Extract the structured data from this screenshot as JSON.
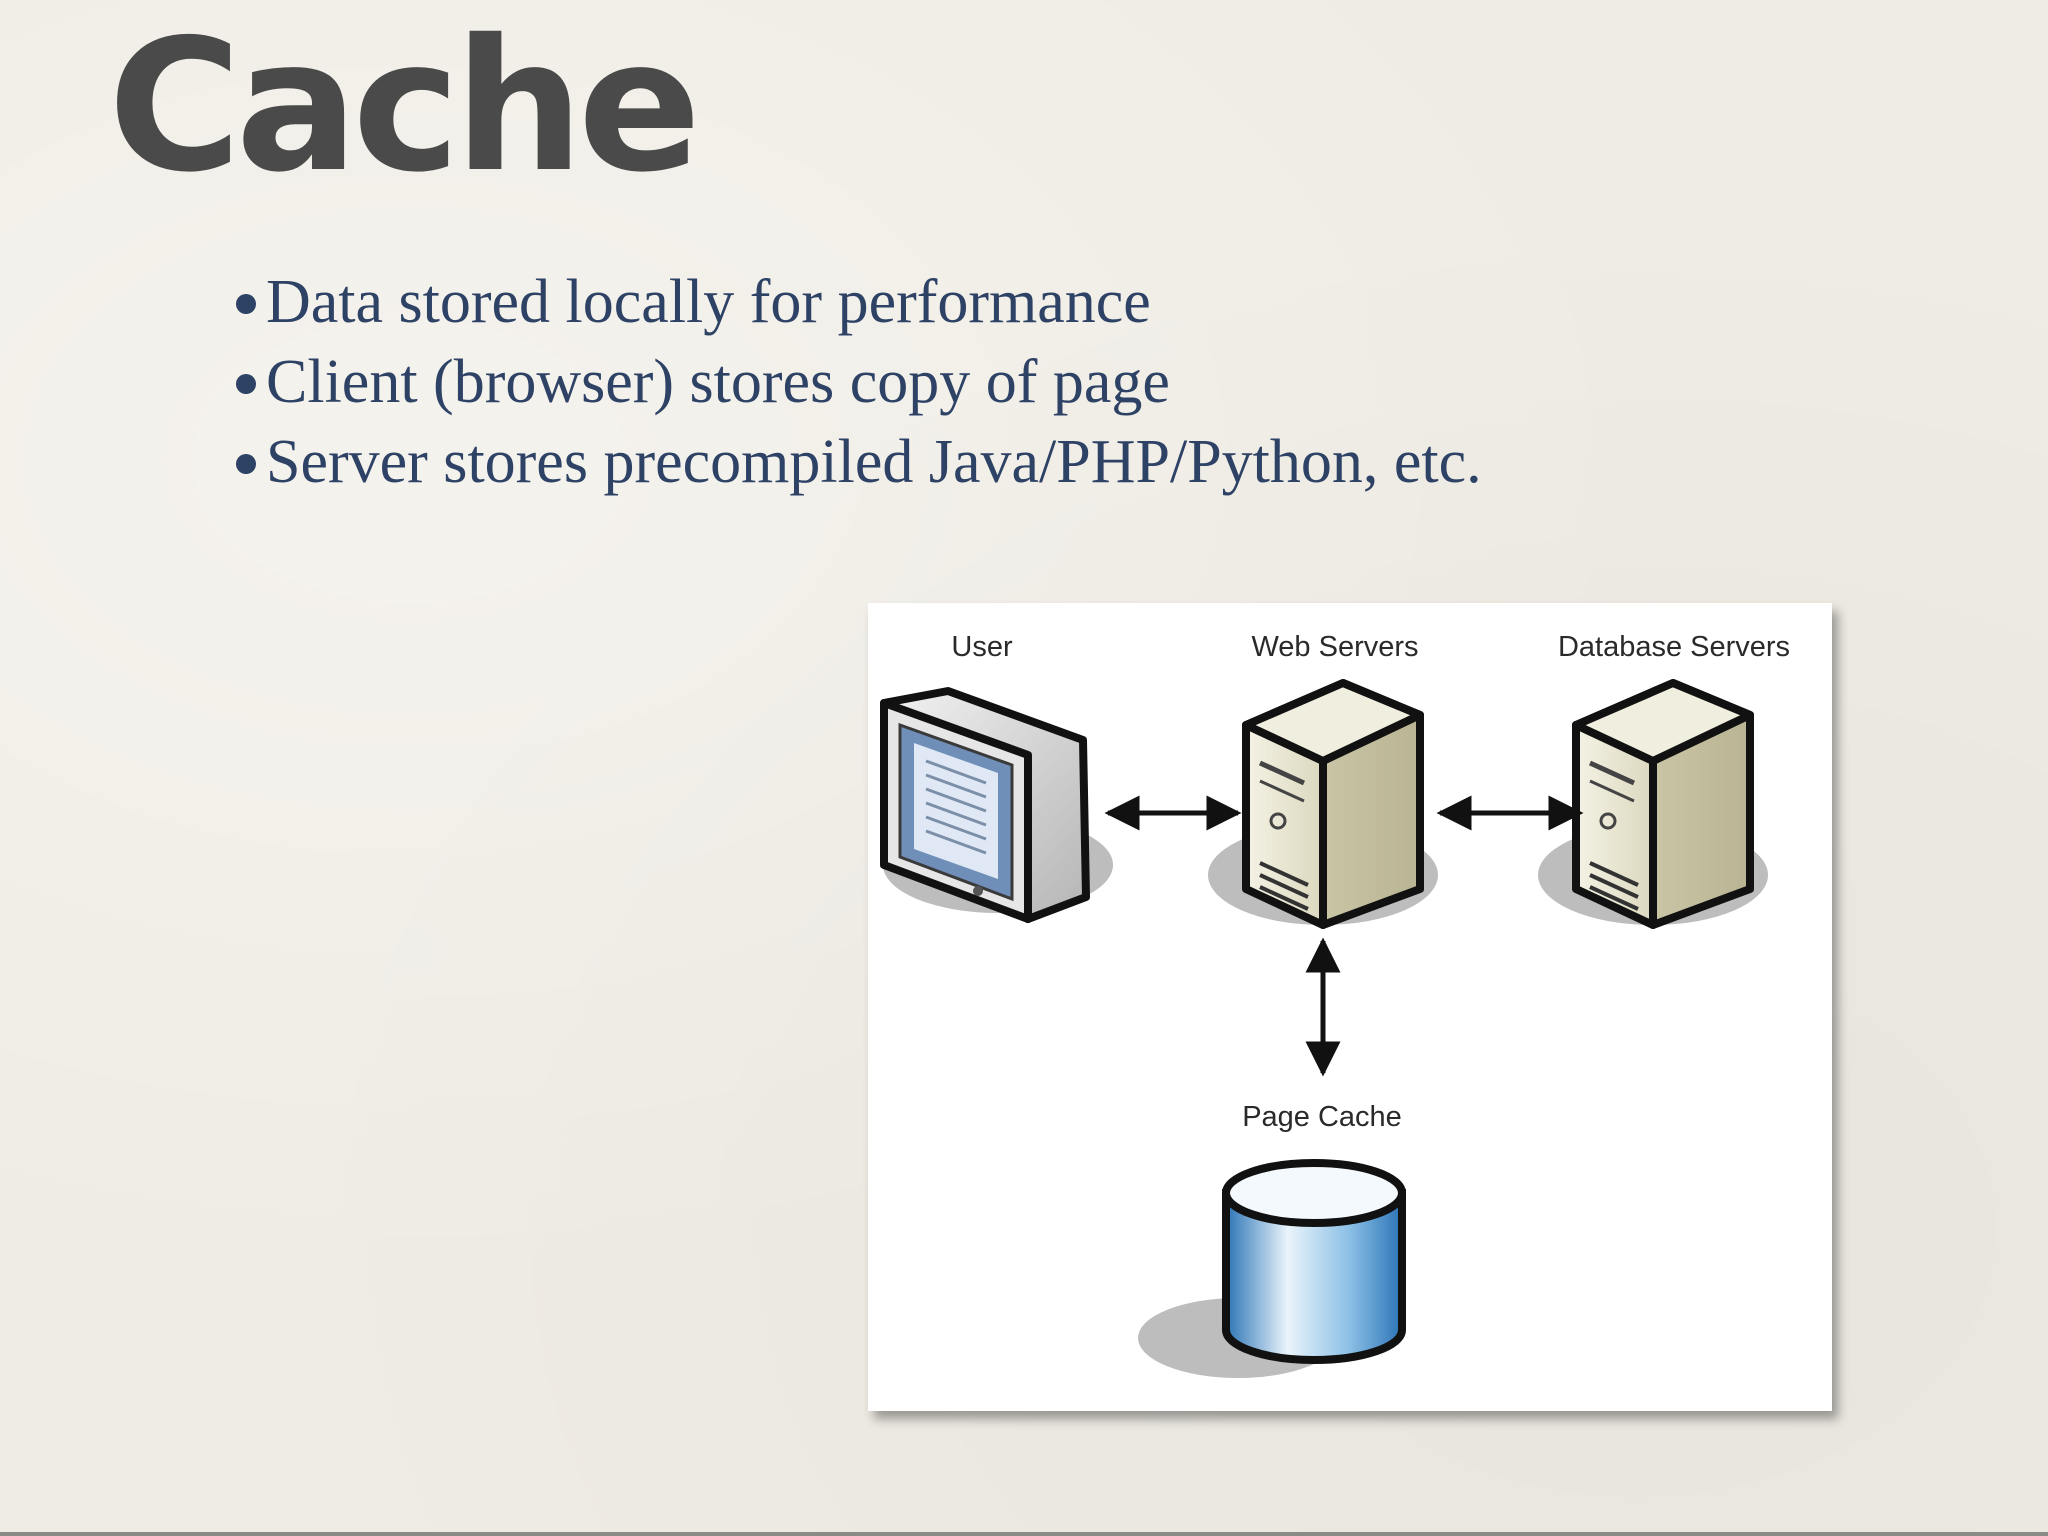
{
  "slide": {
    "title": "Cache",
    "bullets": [
      "Data stored locally for performance",
      "Client (browser) stores copy of page",
      "Server stores precompiled Java/PHP/Python, etc."
    ]
  },
  "diagram": {
    "labels": {
      "user": "User",
      "web_servers": "Web Servers",
      "database_servers": "Database Servers",
      "page_cache": "Page Cache"
    },
    "icons": [
      "computer-monitor-icon",
      "web-server-tower-icon",
      "database-server-tower-icon",
      "page-cache-cylinder-icon"
    ]
  },
  "colors": {
    "title": "#4a4a4a",
    "bullet_text": "#2e4266",
    "background": "#efece4"
  }
}
